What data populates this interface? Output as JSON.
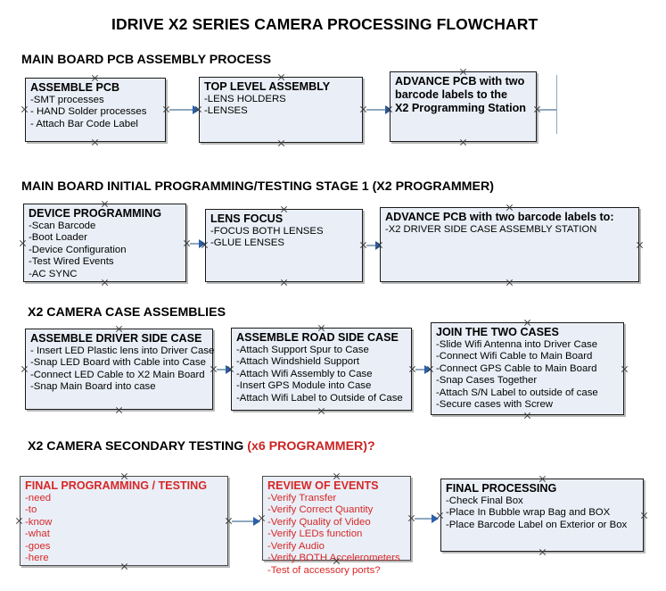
{
  "document": {
    "title": "IDRIVE X2  SERIES CAMERA PROCESSING FLOWCHART"
  },
  "sections": [
    {
      "heading": "MAIN BOARD PCB ASSEMBLY PROCESS",
      "heading_red": "",
      "boxes": [
        {
          "title": "ASSEMBLE PCB",
          "lines": [
            "-SMT processes",
            "- HAND Solder processes",
            "- Attach Bar Code Label"
          ]
        },
        {
          "title": "TOP LEVEL ASSEMBLY",
          "lines": [
            "-LENS HOLDERS",
            "-LENSES"
          ]
        },
        {
          "title": "ADVANCE PCB with two",
          "lines": [
            "barcode labels to the",
            " X2 Programming Station"
          ]
        }
      ]
    },
    {
      "heading": "MAIN BOARD INITIAL PROGRAMMING/TESTING STAGE 1 (X2 PROGRAMMER)",
      "heading_red": "",
      "boxes": [
        {
          "title": "DEVICE PROGRAMMING",
          "lines": [
            "-Scan Barcode",
            "-Boot Loader",
            "-Device Configuration",
            "-Test Wired Events",
            "-AC SYNC"
          ]
        },
        {
          "title": "LENS FOCUS",
          "lines": [
            "-FOCUS BOTH LENSES",
            "-GLUE LENSES"
          ]
        },
        {
          "title": "ADVANCE PCB with two barcode labels to:",
          "lines": [
            "-X2 DRIVER  SIDE  CASE  ASSEMBLY STATION"
          ]
        }
      ]
    },
    {
      "heading": "X2 CAMERA CASE ASSEMBLIES",
      "heading_red": "",
      "boxes": [
        {
          "title": "ASSEMBLE DRIVER SIDE CASE",
          "lines": [
            "- Insert LED Plastic lens into Driver Case",
            "-Snap LED Board with Cable into Case",
            "-Connect LED Cable to X2 Main Board",
            "-Snap Main Board into case"
          ]
        },
        {
          "title": "ASSEMBLE ROAD SIDE CASE",
          "lines": [
            "-Attach Support Spur to Case",
            "-Attach Windshield Support",
            "-Attach Wifi Assembly to Case",
            "-Insert GPS Module into Case",
            "-Attach Wifi Label to Outside of Case"
          ]
        },
        {
          "title": "JOIN THE TWO CASES",
          "lines": [
            "-Slide Wifi Antenna into Driver Case",
            "-Connect Wifi Cable to Main Board",
            "-Connect GPS Cable to Main Board",
            "-Snap Cases Together",
            "-Attach S/N Label to outside of case",
            "-Secure cases with Screw"
          ]
        }
      ]
    },
    {
      "heading": "X2 CAMERA SECONDARY TESTING ",
      "heading_red": "(x6 PROGRAMMER)?",
      "boxes": [
        {
          "title": "FINAL PROGRAMMING / TESTING",
          "lines": [
            "-need",
            "-to",
            "-know",
            "-what",
            "-goes",
            "-here"
          ]
        },
        {
          "title": "REVIEW OF EVENTS",
          "lines": [
            "-Verify Transfer",
            "-Verify Correct Quantity",
            "-Verify Quality of Video",
            "-Verify LEDs function",
            "-Verify Audio",
            "-Verify BOTH Accelerometers",
            "-Test of accessory ports?"
          ]
        },
        {
          "title": "FINAL PROCESSING",
          "lines": [
            " -Check Final Box",
            "-Place In Bubble wrap Bag and BOX",
            "-Place Barcode Label on Exterior or Box"
          ]
        }
      ]
    }
  ],
  "colors": {
    "box_fill": "#eaeff7",
    "box_border": "#1a1a1a",
    "arrow": "#8fa8c0",
    "arrow_head": "#2b5fa8",
    "red_text": "#d72727",
    "heading_red": "#cc2222"
  }
}
